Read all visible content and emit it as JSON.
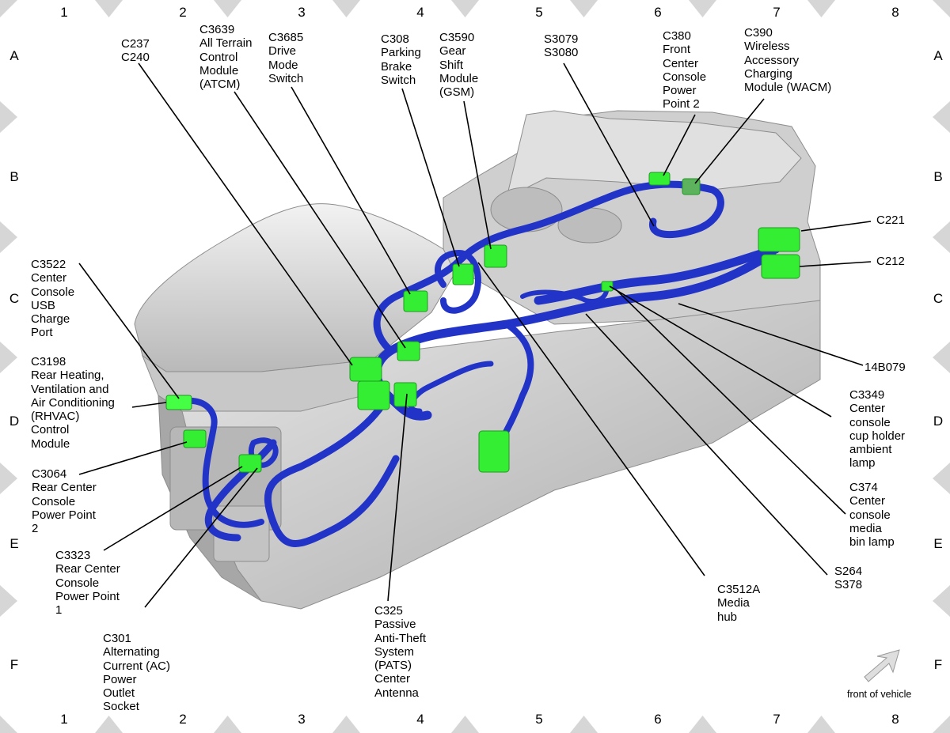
{
  "grid": {
    "columns": [
      "1",
      "2",
      "3",
      "4",
      "5",
      "6",
      "7",
      "8"
    ],
    "rows": [
      "A",
      "B",
      "C",
      "D",
      "E",
      "F"
    ]
  },
  "callouts": {
    "c237_c240": "C237\nC240",
    "c3639": "C3639\nAll Terrain\nControl\nModule\n(ATCM)",
    "c3685": "C3685\nDrive\nMode\nSwitch",
    "c308": "C308\nParking\nBrake\nSwitch",
    "c3590": "C3590\nGear\nShift\nModule\n(GSM)",
    "s3079_s3080": "S3079\nS3080",
    "c380": "C380\nFront\nCenter\nConsole\nPower\nPoint 2",
    "c390": "C390\nWireless\nAccessory\nCharging\nModule (WACM)",
    "c221": "C221",
    "c212": "C212",
    "c3522": "C3522\nCenter\nConsole\nUSB\nCharge\nPort",
    "c3198": "C3198\nRear Heating,\nVentilation and\nAir Conditioning\n(RHVAC)\nControl\nModule",
    "c3064": "C3064\nRear Center\nConsole\nPower Point\n2",
    "c3323": "C3323\nRear Center\nConsole\nPower Point\n1",
    "c301": "C301\nAlternating\nCurrent (AC)\nPower\nOutlet\nSocket",
    "c325": "C325\nPassive\nAnti-Theft\nSystem\n(PATS)\nCenter\nAntenna",
    "c3512a": "C3512A\nMedia\nhub",
    "s264_s378": "S264\nS378",
    "b14079": "14B079",
    "c3349": "C3349\nCenter\nconsole\ncup holder\nambient\nlamp",
    "c374": "C374\nCenter\nconsole\nmedia\nbin lamp"
  },
  "orientation": {
    "label": "front of vehicle"
  },
  "colors": {
    "harness": "#2233c8",
    "connector": "#33ee33",
    "console": "#d4d4d4",
    "grid_marker": "#d6d6d6"
  }
}
